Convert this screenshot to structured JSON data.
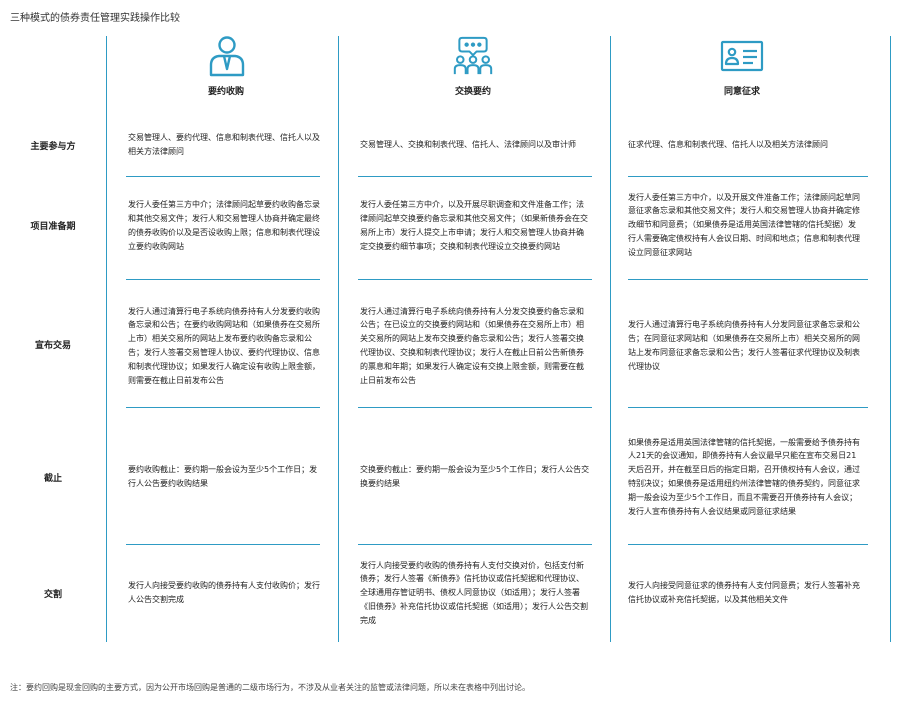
{
  "title": "三种模式的债券责任管理实践操作比较",
  "columns": [
    {
      "label": "要约收购",
      "icon": "person-icon"
    },
    {
      "label": "交换要约",
      "icon": "chat-people-icon"
    },
    {
      "label": "同意征求",
      "icon": "id-card-icon"
    }
  ],
  "rows": [
    {
      "label": "主要参与方",
      "cells": [
        "交易管理人、要约代理、信息和制表代理、信托人以及相关方法律顾问",
        "交易管理人、交换和制表代理、信托人、法律顾问以及审计师",
        "征求代理、信息和制表代理、信托人以及相关方法律顾问"
      ]
    },
    {
      "label": "项目准备期",
      "cells": [
        "发行人委任第三方中介；法律顾问起草要约收购备忘录和其他交易文件；发行人和交易管理人协商并确定最终的债券收购价以及是否设收购上限；信息和制表代理设立要约收购网站",
        "发行人委任第三方中介，以及开展尽职调查和文件准备工作；法律顾问起草交换要约备忘录和其他交易文件；（如果新债券会在交易所上市）发行人提交上市申请；发行人和交易管理人协商并确定交换要约细节事项；交换和制表代理设立交换要约网站",
        "发行人委任第三方中介，以及开展文件准备工作；法律顾问起草同意征求备忘录和其他交易文件；发行人和交易管理人协商并确定修改细节和同意费；（如果债券是适用英国法律管辖的信托契据）发行人需要确定债权持有人会议日期、时间和地点；信息和制表代理设立同意征求网站"
      ]
    },
    {
      "label": "宣布交易",
      "cells": [
        "发行人通过清算行电子系统向债券持有人分发要约收购备忘录和公告；在要约收购网站和（如果债券在交易所上市）相关交易所的网站上发布要约收购备忘录和公告；发行人签署交易管理人协议、要约代理协议、信息和制表代理协议；如果发行人确定设有收购上限金额，则需要在截止日前发布公告",
        "发行人通过清算行电子系统向债券持有人分发交换要约备忘录和公告；在已设立的交换要约网站和（如果债券在交易所上市）相关交易所的网站上发布交换要约备忘录和公告；发行人签署交换代理协议、交换和制表代理协议；发行人在截止日前公告新债券的票息和年期；如果发行人确定设有交换上限金额，则需要在截止日前发布公告",
        "发行人通过清算行电子系统向债券持有人分发同意征求备忘录和公告；在同意征求网站和（如果债券在交易所上市）相关交易所的网站上发布同意征求备忘录和公告；发行人签署征求代理协议及制表代理协议"
      ]
    },
    {
      "label": "截止",
      "cells": [
        "要约收购截止：要约期一般会设为至少5个工作日；发行人公告要约收购结果",
        "交换要约截止：要约期一般会设为至少5个工作日；发行人公告交换要约结果",
        "如果债券是适用英国法律管辖的信托契据，一般需要给予债券持有人21天的会议通知，即债券持有人会议最早只能在宣布交易日21天后召开，并在截至日后的指定日期，召开债权持有人会议，通过特别决议；如果债券是适用纽约州法律管辖的债券契约，同意征求期一般会设为至少5个工作日，而且不需要召开债券持有人会议；发行人宣布债券持有人会议结果或同意征求结果"
      ]
    },
    {
      "label": "交割",
      "cells": [
        "发行人向接受要约收购的债券持有人支付收购价；发行人公告交割完成",
        "发行人向接受要约收购的债券持有人支付交换对价，包括支付新债券；发行人签署《新债券》信托协议或信托契据和代理协议、全球通用存管证明书、债权人同意协议（如适用）；发行人签署《旧债券》补充信托协议或信托契据（如适用）；发行人公告交割完成",
        "发行人向接受同意征求的债券持有人支付同意费；发行人签署补充信托协议或补充信托契据，以及其他相关文件"
      ]
    }
  ],
  "footnote": "注：要约回购是现金回购的主要方式，因为公开市场回购是普通的二级市场行为，不涉及从业者关注的监管或法律问题，所以未在表格中列出讨论。",
  "colors": {
    "accent": "#2e9bc4",
    "text": "#222222"
  }
}
